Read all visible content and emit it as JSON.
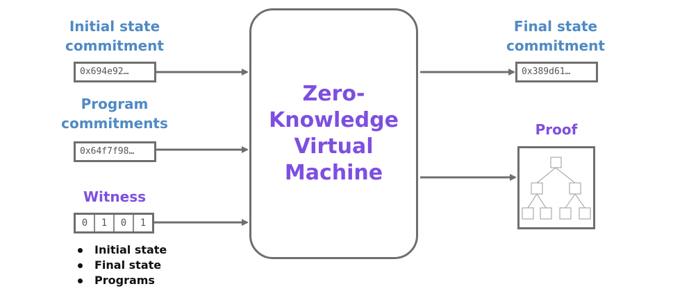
{
  "inputs": {
    "initial_state": {
      "label_line1": "Initial state",
      "label_line2": "commitment",
      "value": "0x694e92…"
    },
    "program": {
      "label_line1": "Program",
      "label_line2": "commitments",
      "value": "0x64f7f98…"
    },
    "witness": {
      "label": "Witness",
      "bits": [
        "0",
        "1",
        "0",
        "1"
      ],
      "items": [
        "Initial state",
        "Final state",
        "Programs"
      ]
    }
  },
  "vm": {
    "line1": "Zero-",
    "line2": "Knowledge",
    "line3": "Virtual",
    "line4": "Machine"
  },
  "outputs": {
    "final_state": {
      "label_line1": "Final state",
      "label_line2": "commitment",
      "value": "0x389d61…"
    },
    "proof": {
      "label": "Proof"
    }
  },
  "colors": {
    "label_blue": "#4f8ac4",
    "accent_purple": "#7d4fe0",
    "stroke_gray": "#6e6e6e"
  }
}
